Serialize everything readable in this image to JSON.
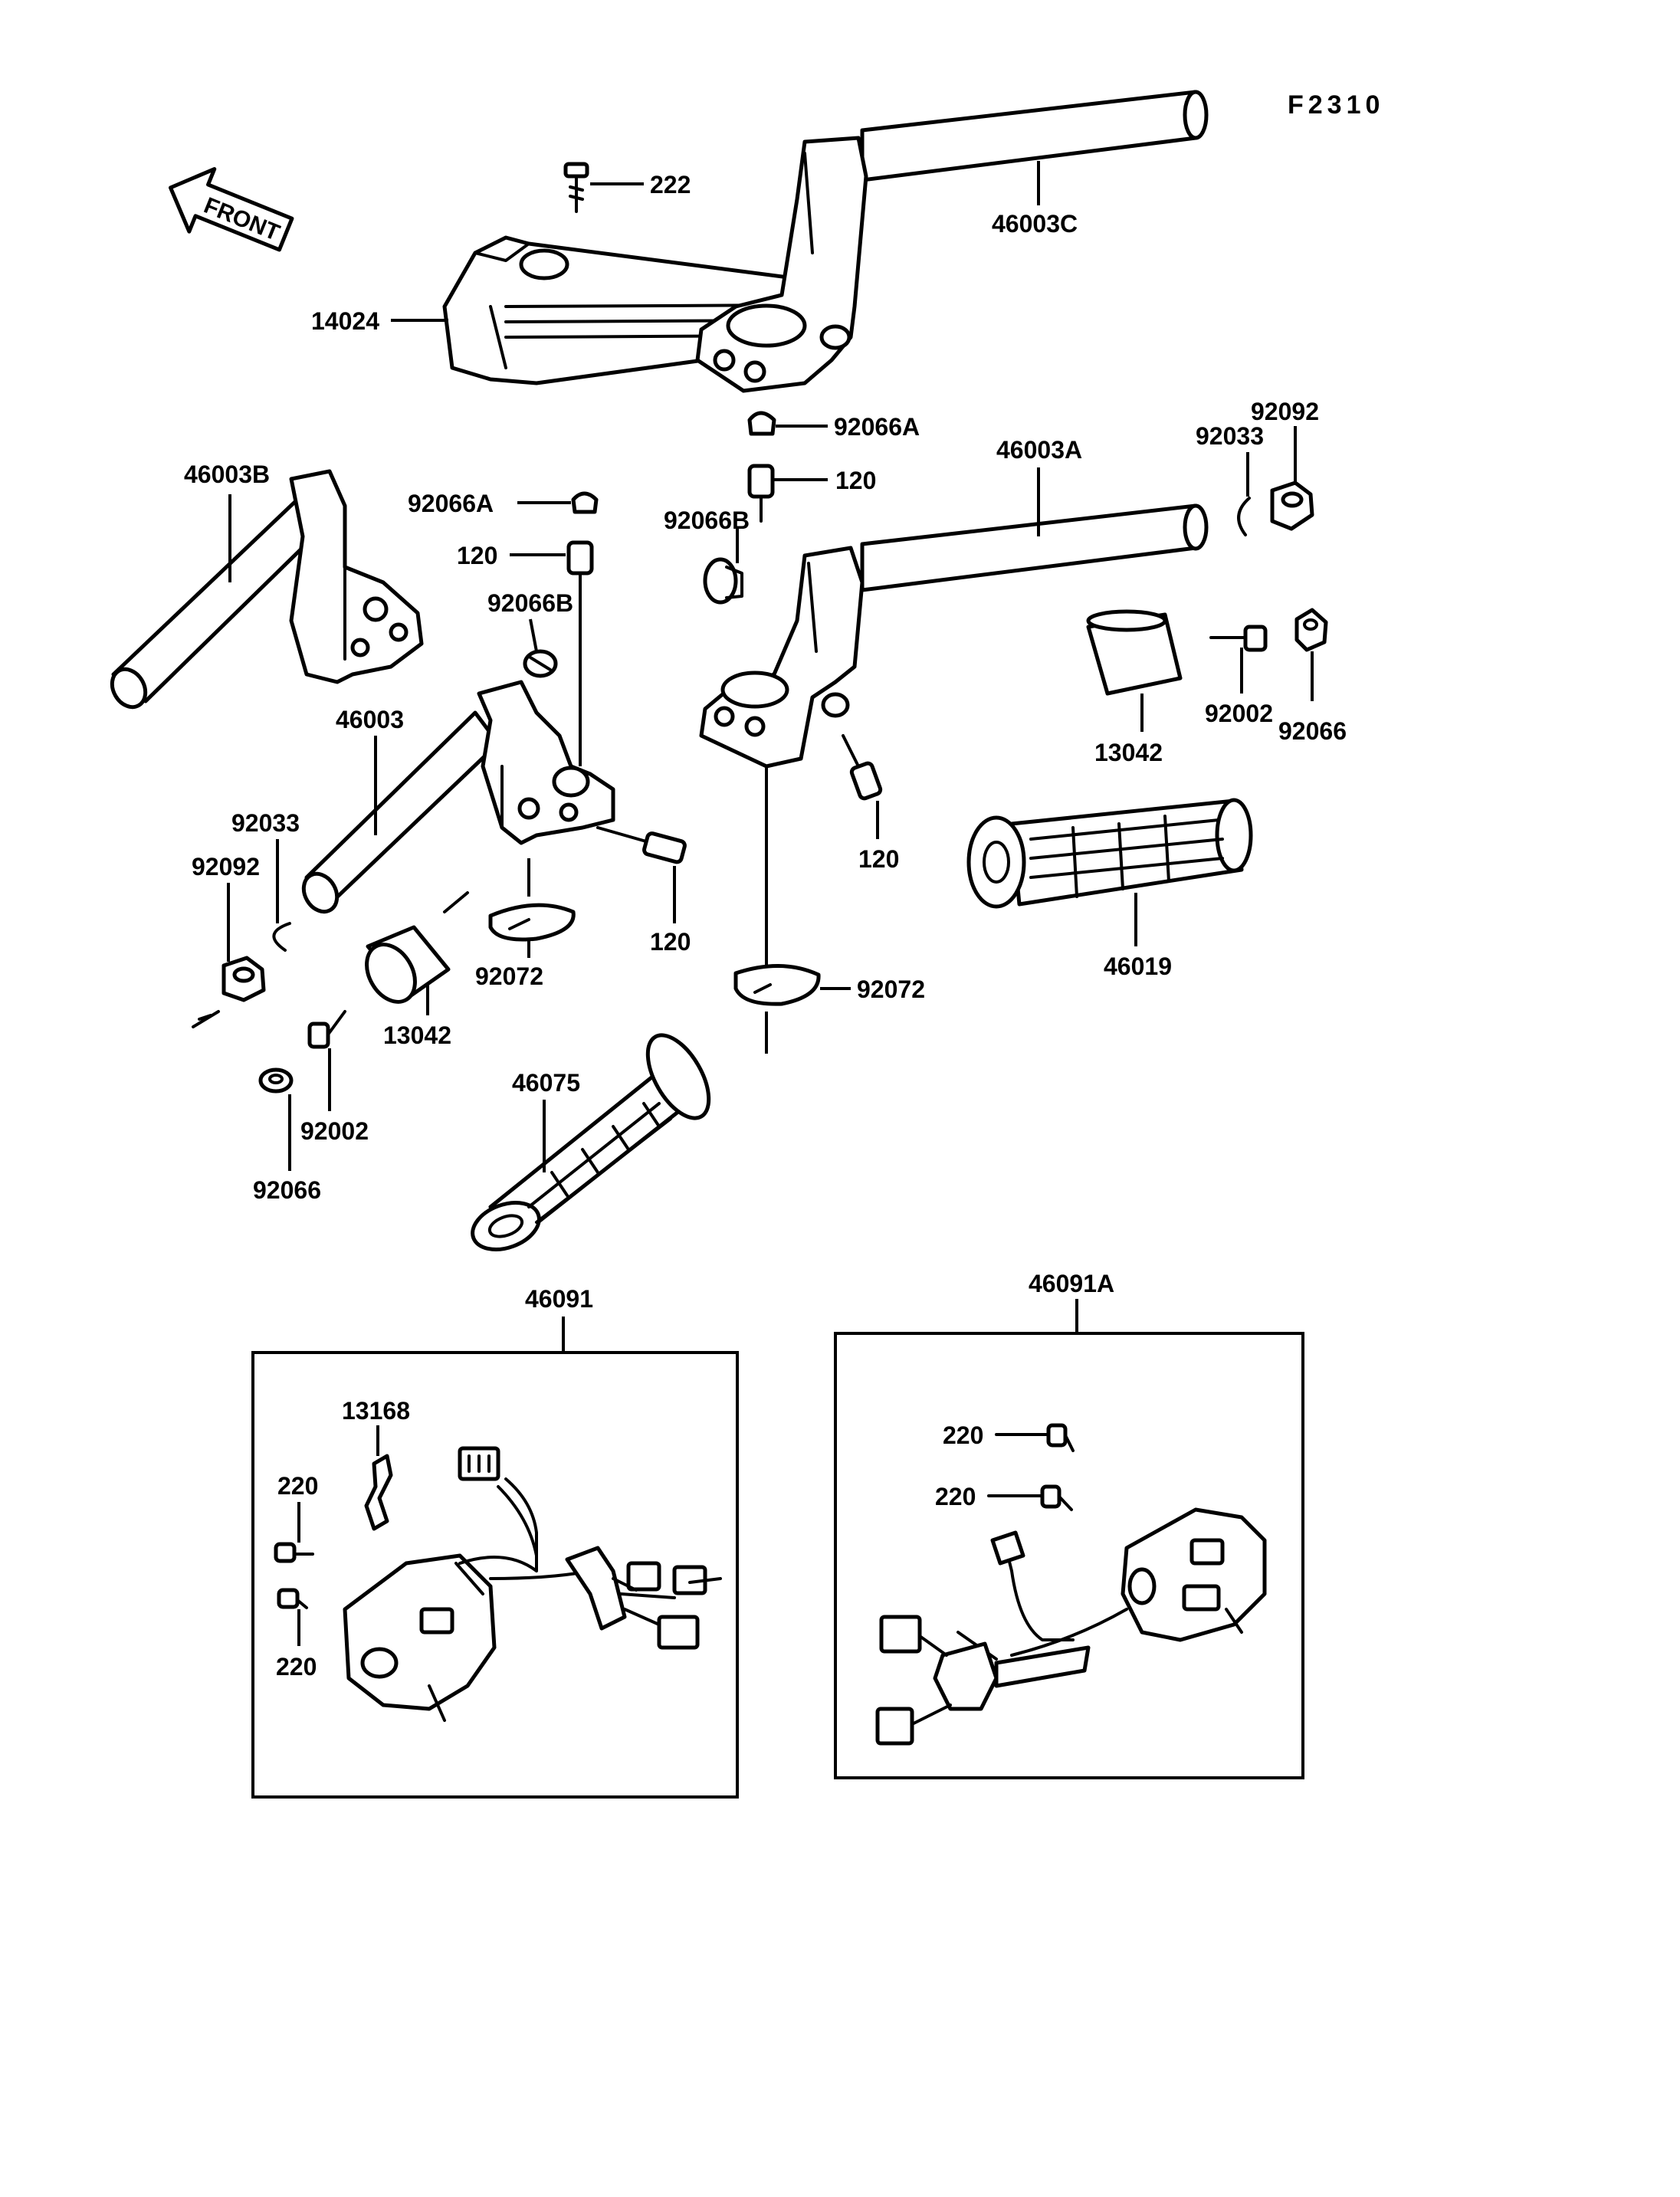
{
  "figure_code": "F2310",
  "front_arrow_label": "FRONT",
  "callouts": {
    "p222": "222",
    "p14024": "14024",
    "p46003C": "46003C",
    "p92066A_top": "92066A",
    "p120_top": "120",
    "p92066B_right": "92066B",
    "p46003A": "46003A",
    "p92033_right": "92033",
    "p92092_right": "92092",
    "p46003B": "46003B",
    "p92066A_mid": "92066A",
    "p120_mid": "120",
    "p92066B_mid": "92066B",
    "p46003": "46003",
    "p92033_left": "92033",
    "p92092_left": "92092",
    "p92072_left": "92072",
    "p120_lower_left": "120",
    "p13042_left": "13042",
    "p92002_left": "92002",
    "p92066_left": "92066",
    "p46075": "46075",
    "p120_lower_right": "120",
    "p92072_right": "92072",
    "p13042_right": "13042",
    "p92002_right": "92002",
    "p92066_right": "92066",
    "p46019": "46019",
    "p46091": "46091",
    "p13168": "13168",
    "p220_l1": "220",
    "p220_l2": "220",
    "p46091A": "46091A",
    "p220_r1": "220",
    "p220_r2": "220"
  }
}
